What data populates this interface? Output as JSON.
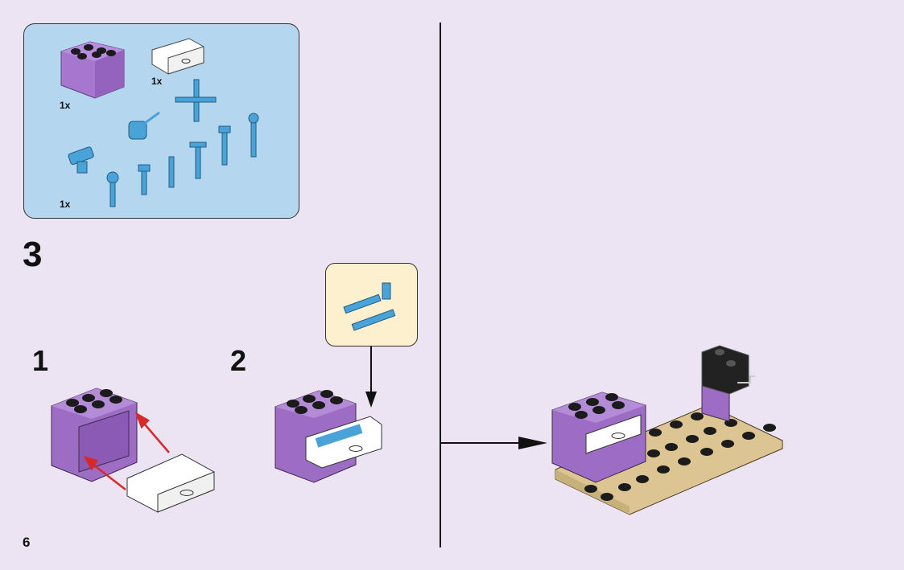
{
  "page": {
    "page_number": "6",
    "main_step": "3",
    "background_color": "#ece3f3"
  },
  "parts_list": {
    "background_color": "#b4d6ef",
    "items": [
      {
        "name": "purple-cupboard-brick",
        "qty": "1x"
      },
      {
        "name": "white-drawer",
        "qty": "1x"
      },
      {
        "name": "blue-tool-set",
        "qty": "1x"
      }
    ]
  },
  "substeps": [
    {
      "number": "1",
      "description": "Insert drawer into cupboard"
    },
    {
      "number": "2",
      "description": "Place tools into drawer"
    }
  ],
  "callout": {
    "background_color": "#fdf0cf",
    "content": "blue-tool-pieces"
  },
  "colors": {
    "purple": "#9d6cc4",
    "purple_light": "#b48bd6",
    "stud_black": "#1b1b1b",
    "tan": "#dcc593",
    "tool_blue": "#4aa3d8",
    "arrow_red": "#d62a2a"
  }
}
